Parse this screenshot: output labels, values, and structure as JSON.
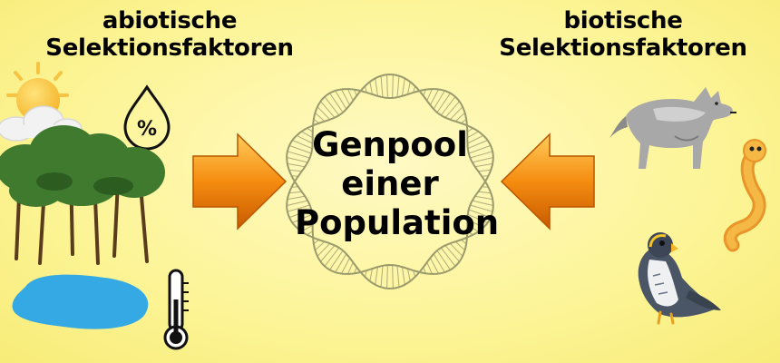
{
  "left_heading": {
    "line1": "abiotische",
    "line2": "Selektionsfaktoren"
  },
  "right_heading": {
    "line1": "biotische",
    "line2": "Selektionsfaktoren"
  },
  "center": {
    "line1": "Genpool",
    "line2": "einer",
    "line3": "Population"
  },
  "humidity_symbol": "%",
  "colors": {
    "background": "#fdf59a",
    "arrow": "#f08a0c",
    "ring": "#9a9a6c",
    "water": "#35a9e3",
    "sun": "#f9c23c",
    "tree_canopy": "#3f7a2f"
  },
  "abiotic_icons": [
    "sun-icon",
    "cloud-icon",
    "humidity-icon",
    "trees-icon",
    "pond-icon",
    "thermometer-icon"
  ],
  "biotic_icons": [
    "wolf-icon",
    "worm-icon",
    "falcon-icon"
  ]
}
